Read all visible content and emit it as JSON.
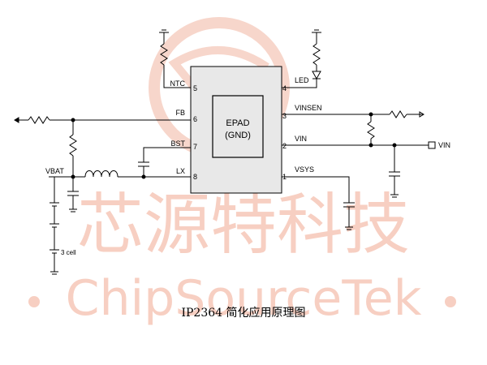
{
  "watermark": {
    "chinese": "芯源特科技",
    "english": "ChipSourceTek",
    "color": "#f6c7b8"
  },
  "chip": {
    "pad_label_1": "EPAD",
    "pad_label_2": "(GND)",
    "pins": {
      "ntc": {
        "name": "NTC",
        "num": "5"
      },
      "fb": {
        "name": "FB",
        "num": "6"
      },
      "bst": {
        "name": "BST",
        "num": "7"
      },
      "lx": {
        "name": "LX",
        "num": "8"
      },
      "led": {
        "name": "LED",
        "num": "4"
      },
      "vinsen": {
        "name": "VINSEN",
        "num": "3"
      },
      "vin": {
        "name": "VIN",
        "num": "2"
      },
      "vsys": {
        "name": "VSYS",
        "num": "1"
      }
    }
  },
  "labels": {
    "vbat": "VBAT",
    "cell": "3 cell",
    "vin_port": "VIN"
  },
  "caption": "IP2364 简化应用原理图",
  "colors": {
    "line": "#000000",
    "chip_fill": "#e8e8e8",
    "pad_fill": "#e8e8e8"
  }
}
